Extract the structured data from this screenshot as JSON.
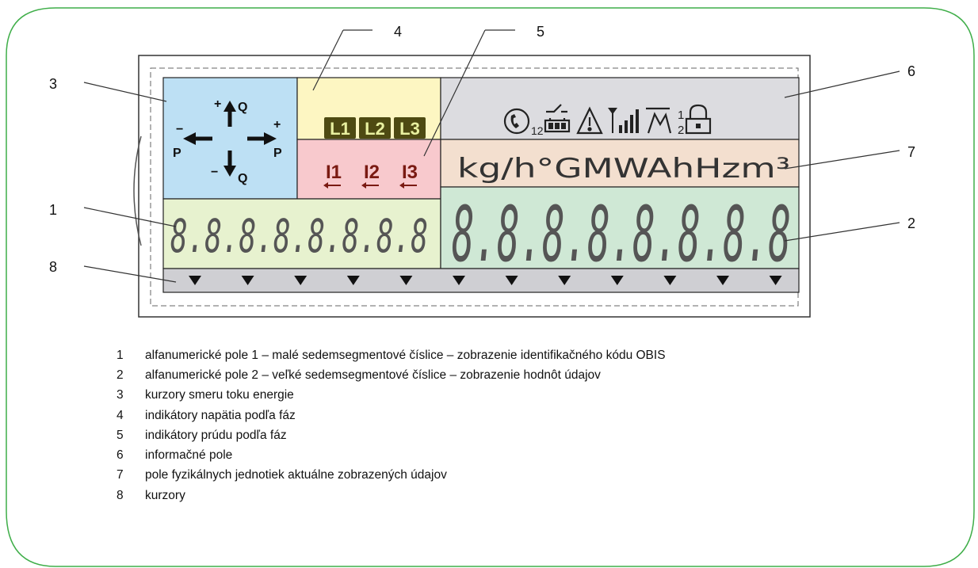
{
  "callouts": {
    "c1": "1",
    "c2": "2",
    "c3": "3",
    "c4": "4",
    "c5": "5",
    "c6": "6",
    "c7": "7",
    "c8": "8"
  },
  "display": {
    "phases": [
      "L1",
      "L2",
      "L3"
    ],
    "currents": [
      "I1",
      "I2",
      "I3"
    ],
    "units": "kg/h°GMWAhHzm³",
    "small_digits": "8.8.8.8.8.8.8.8",
    "large_digits": "8.8.8.8.8.8.8.8",
    "cursor_count": 12,
    "info_fraction": [
      "1",
      "2"
    ],
    "small_battery_label": "12",
    "energy_labels": {
      "plus_q": "+",
      "q_top": "Q",
      "minus_p": "−",
      "p_left": "P",
      "plus_p": "+",
      "p_right": "P",
      "minus_q": "−",
      "q_bottom": "Q"
    }
  },
  "legend": [
    {
      "num": "1",
      "text": "alfanumerické pole 1 – malé sedemsegmentové číslice – zobrazenie identifikačného kódu OBIS"
    },
    {
      "num": "2",
      "text": "alfanumerické pole 2 – veľké sedemsegmentové číslice – zobrazenie hodnôt údajov"
    },
    {
      "num": "3",
      "text": "kurzory smeru toku energie"
    },
    {
      "num": "4",
      "text": "indikátory napätia podľa fáz"
    },
    {
      "num": "5",
      "text": "indikátory prúdu podľa fáz"
    },
    {
      "num": "6",
      "text": "informačné pole"
    },
    {
      "num": "7",
      "text": "pole fyzikálnych jednotiek aktuálne zobrazených údajov"
    },
    {
      "num": "8",
      "text": "kurzory"
    }
  ],
  "colors": {
    "frame_border": "#3fae49",
    "energy_bg": "#bde0f4",
    "voltage_bg": "#fdf6c2",
    "current_bg": "#f8c9cd",
    "info_bg": "#dcdce0",
    "units_bg": "#f3dfcf",
    "small_digits_bg": "#e7f2cf",
    "large_digits_bg": "#cfe8d5",
    "cursor_bg": "#cfcfd3",
    "phase_box": "#4e4a12",
    "phase_text": "#e8f0a0",
    "current_ink": "#7a1a12",
    "ink": "#333333"
  }
}
